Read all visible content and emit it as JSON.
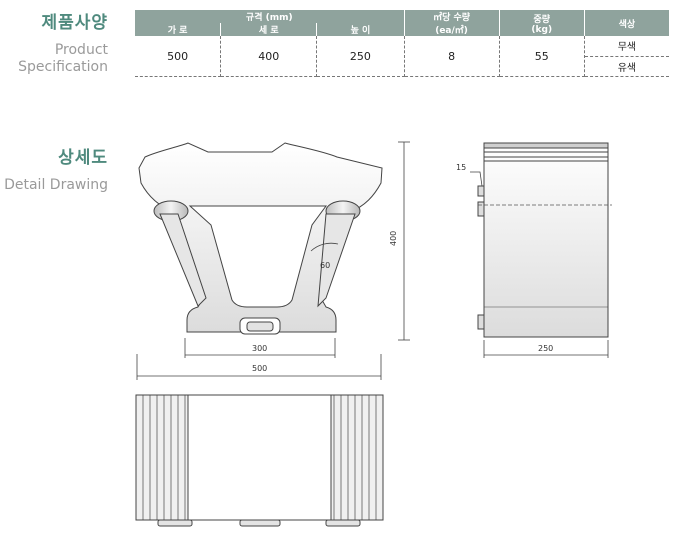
{
  "spec_section": {
    "title_ko": "제품사양",
    "title_en_1": "Product",
    "title_en_2": "Specification"
  },
  "detail_section": {
    "title_ko": "상세도",
    "title_en": "Detail Drawing"
  },
  "table": {
    "headers": {
      "dims": "규격 (mm)",
      "qty_line1": "㎡당 수량",
      "qty_line2": "(ea/㎡)",
      "weight_line1": "중량",
      "weight_line2": "(kg)",
      "color": "색상"
    },
    "subheaders": {
      "width": "가 로",
      "length": "세 로",
      "height": "높 이"
    },
    "row": {
      "width": "500",
      "length": "400",
      "height": "250",
      "qty": "8",
      "weight": "55",
      "color_1": "무색",
      "color_2": "유색"
    }
  },
  "drawing_labels": {
    "angle": "60",
    "height_dim": "400",
    "bottom_width": "300",
    "total_width": "500",
    "side_width": "250",
    "side_top": "15"
  }
}
